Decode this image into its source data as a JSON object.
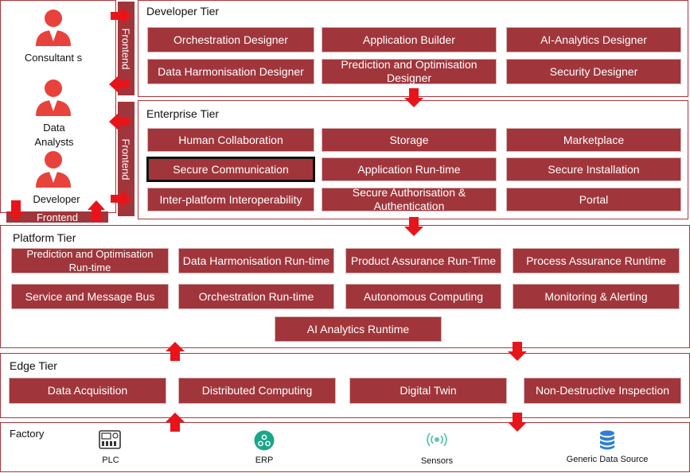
{
  "colors": {
    "box": "#a0363b",
    "border": "#b0343a",
    "arrow": "#e8141a"
  },
  "users": {
    "consultants": "Consultant s",
    "data_analysts": "Data Analysts",
    "developer": "Developer",
    "frontend_bottom": "Frontend"
  },
  "developer_tier": {
    "title": "Developer Tier",
    "frontend": "Frontend",
    "boxes": [
      "Orchestration Designer",
      "Application Builder",
      "AI-Analytics Designer",
      "Data Harmonisation Designer",
      "Prediction and Optimisation Designer",
      "Security Designer"
    ]
  },
  "enterprise_tier": {
    "title": "Enterprise Tier",
    "frontend": "Frontend",
    "boxes": [
      "Human Collaboration",
      "Storage",
      "Marketplace",
      "Secure Communication",
      "Application Run-time",
      "Secure Installation",
      "Inter-platform Interoperability",
      "Secure Authorisation & Authentication",
      "Portal"
    ]
  },
  "platform_tier": {
    "title": "Platform Tier",
    "boxes": [
      "Prediction and Optimisation Run-time",
      "Data Harmonisation Run-time",
      "Product Assurance Run-Time",
      "Process Assurance Runtime",
      "Service and Message Bus",
      "Orchestration Run-time",
      "Autonomous Computing",
      "Monitoring & Alerting",
      "AI Analytics Runtime"
    ]
  },
  "edge_tier": {
    "title": "Edge Tier",
    "boxes": [
      "Data Acquisition",
      "Distributed Computing",
      "Digital Twin",
      "Non-Destructive Inspection"
    ]
  },
  "factory": {
    "title": "Factory",
    "items": [
      {
        "label": "PLC",
        "icon": "plc-icon"
      },
      {
        "label": "ERP",
        "icon": "erp-icon"
      },
      {
        "label": "Sensors",
        "icon": "sensors-icon"
      },
      {
        "label": "Generic Data Source",
        "icon": "database-icon"
      }
    ]
  }
}
